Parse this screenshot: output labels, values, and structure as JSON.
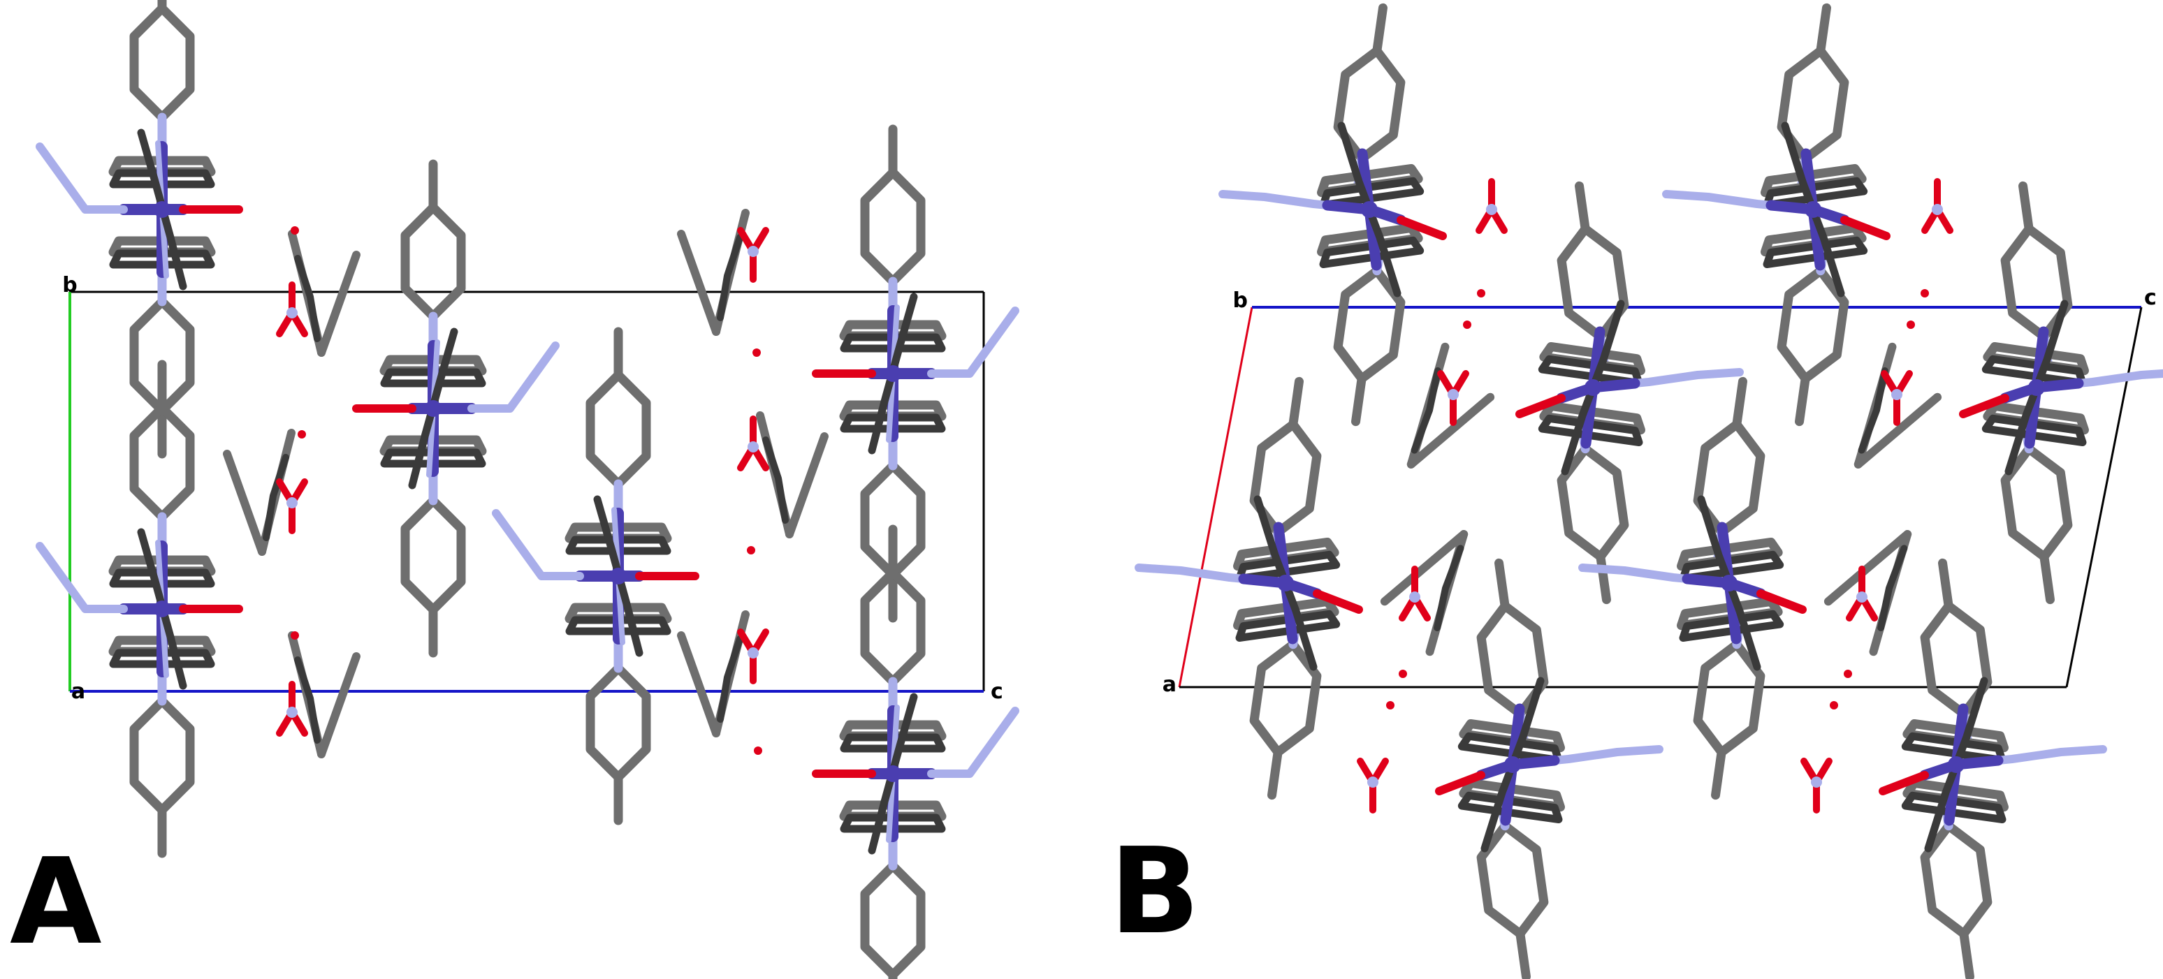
{
  "panels": [
    {
      "letter": "A",
      "axis_labels": {
        "origin": "a",
        "vertical": "b",
        "horizontal": "c"
      }
    },
    {
      "letter": "B",
      "axis_labels": {
        "origin": "a",
        "vertical": "b",
        "horizontal": "c"
      }
    }
  ],
  "colors": {
    "carbon": "#6e6e6e",
    "carbon_dark": "#3a3a3a",
    "nitrogen": "#a9aeea",
    "metal": "#4a3eb0",
    "oxygen": "#e0001a",
    "cell_a_axis": "#e0001a",
    "cell_b_axis": "#22cc22",
    "cell_c_axis": "#1515c8",
    "cell_edge": "#000000"
  },
  "icons": [
    "pyridine-ring",
    "nitrate-ion",
    "water-oxygen"
  ]
}
